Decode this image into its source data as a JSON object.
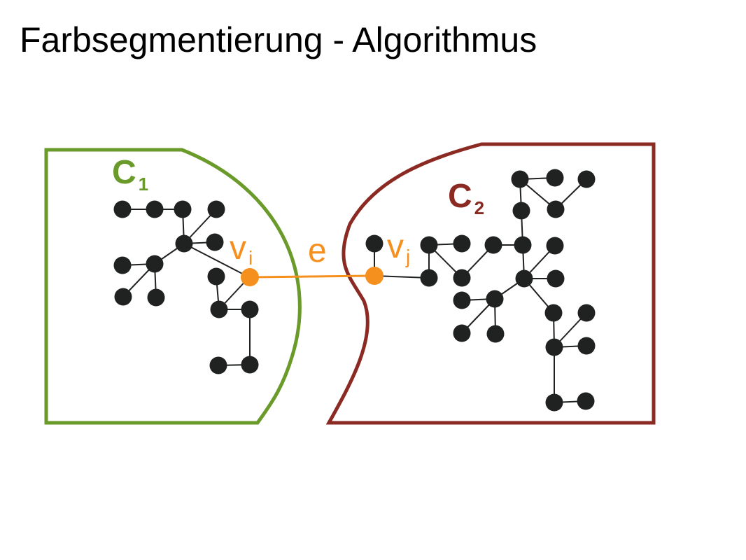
{
  "slide": {
    "title": "Farbsegmentierung - Algorithmus"
  },
  "diagram": {
    "component_1": {
      "label": "C",
      "subscript": "1",
      "color": "#6a9a2a"
    },
    "component_2": {
      "label": "C",
      "subscript": "2",
      "color": "#8b2a22"
    },
    "vertex_i": {
      "label": "v",
      "subscript": "i"
    },
    "vertex_j": {
      "label": "v",
      "subscript": "j"
    },
    "edge": {
      "label": "e"
    },
    "colors": {
      "highlight": "#f5901e",
      "node": "#1f2221",
      "tree_edge": "#1f2221"
    }
  }
}
